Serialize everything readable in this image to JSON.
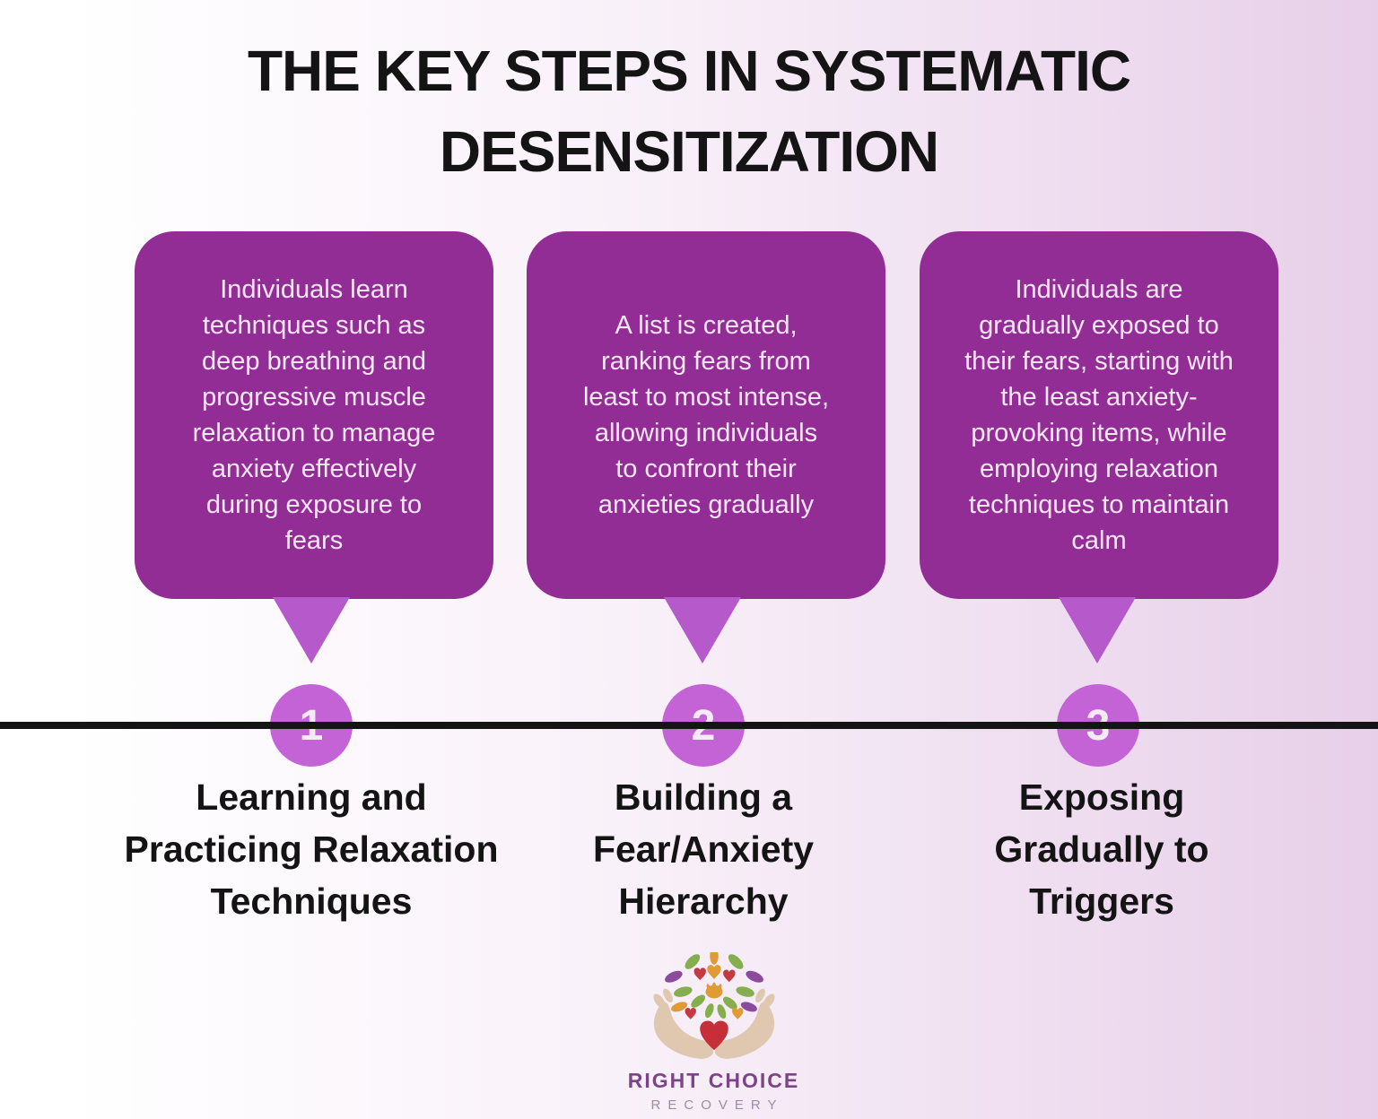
{
  "title": "THE KEY STEPS IN SYSTEMATIC\nDESENSITIZATION",
  "steps": [
    {
      "number": "1",
      "description": "Individuals learn\ntechniques such as\ndeep breathing and\nprogressive muscle\nrelaxation to manage\nanxiety effectively\nduring exposure to\nfears",
      "label": "Learning and\nPracticing Relaxation\nTechniques"
    },
    {
      "number": "2",
      "description": "A list is created,\nranking fears from\nleast to most intense,\nallowing individuals\nto confront their\nanxieties gradually",
      "label": "Building a\nFear/Anxiety\nHierarchy"
    },
    {
      "number": "3",
      "description": "Individuals are\ngradually exposed to\ntheir fears, starting with\nthe least anxiety-\nprovoking items, while\nemploying relaxation\ntechniques to maintain\ncalm",
      "label": "Exposing\nGradually to\nTriggers"
    }
  ],
  "footer": {
    "logo_icon": "hands-holding-heart-tree-icon",
    "brand_line1": "RIGHT CHOICE",
    "brand_line2": "RECOVERY"
  },
  "colors": {
    "box_purple": "#932d96",
    "connector_purple": "#b559cb",
    "circle_purple": "#c463d6",
    "box_text": "#f7e7f6",
    "heading_text": "#141414",
    "timeline_black": "#141414",
    "background_left": "#ffffff",
    "background_right": "#e7cfe9",
    "brand_purple": "#7c4387",
    "brand_sub_purple": "#a189aa",
    "logo_hands": "#dfc7b0",
    "logo_heart": "#c62f38",
    "logo_leaf_green": "#85ae4e",
    "logo_leaf_orange": "#e09a36",
    "logo_leaf_purple": "#8a4b9d"
  }
}
